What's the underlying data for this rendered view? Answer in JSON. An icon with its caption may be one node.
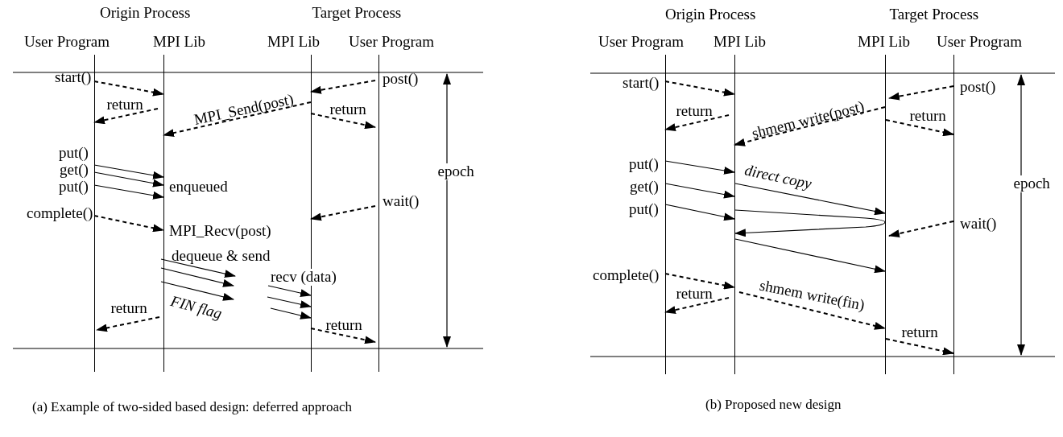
{
  "diagram": {
    "nodes": [
      {
        "text": [
          "User Program"
        ]
      },
      {
        "text": [
          "MPI Lib"
        ]
      },
      {
        "text": [
          "MPI Lib"
        ]
      },
      {
        "text": [
          "User Program"
        ]
      },
      {
        "text": [
          "User Program"
        ]
      },
      {
        "text": [
          "MPI Lib"
        ]
      },
      {
        "text": [
          "MPI Lib"
        ]
      },
      {
        "text": [
          "User Program"
        ]
      }
    ],
    "edges": [
      {
        "from": 0,
        "to": 1,
        "arrow": "to",
        "style": "dashed",
        "label": "start()"
      },
      {
        "from": 1,
        "to": 0,
        "arrow": "to",
        "style": "dashed",
        "label": "return"
      },
      {
        "from": 3,
        "to": 2,
        "arrow": "to",
        "style": "dashed",
        "label": "post()"
      },
      {
        "from": 2,
        "to": 1,
        "arrow": "to",
        "style": "dashed",
        "label": "MPI_Send(post)"
      },
      {
        "from": 2,
        "to": 3,
        "arrow": "to",
        "style": "dashed",
        "label": "return"
      },
      {
        "from": 0,
        "to": 1,
        "arrow": "to",
        "label": "put()"
      },
      {
        "from": 0,
        "to": 1,
        "arrow": "to",
        "label": "get()"
      },
      {
        "from": 0,
        "to": 1,
        "arrow": "to",
        "label": "put()"
      },
      {
        "from": 3,
        "to": 2,
        "arrow": "to",
        "style": "dashed",
        "label": "wait()"
      },
      {
        "from": 0,
        "to": 1,
        "arrow": "to",
        "style": "dashed",
        "label": "complete()"
      },
      {
        "from": 1,
        "to": null,
        "arrow": "to",
        "label": "dequeue & send"
      },
      {
        "from": 1,
        "to": null,
        "arrow": "to"
      },
      {
        "from": 1,
        "to": null,
        "arrow": "to",
        "label": "FIN flag"
      },
      {
        "from": null,
        "to": 2,
        "arrow": "to",
        "label": "recv (data)"
      },
      {
        "from": null,
        "to": 2,
        "arrow": "to"
      },
      {
        "from": null,
        "to": 2,
        "arrow": "to"
      },
      {
        "from": 1,
        "to": 0,
        "arrow": "to",
        "style": "dashed",
        "label": "return"
      },
      {
        "from": 2,
        "to": 3,
        "arrow": "to",
        "style": "dashed",
        "label": "return"
      },
      {
        "from": 4,
        "to": 5,
        "arrow": "to",
        "style": "dashed",
        "label": "start()"
      },
      {
        "from": 5,
        "to": 4,
        "arrow": "to",
        "style": "dashed",
        "label": "return"
      },
      {
        "from": 7,
        "to": 6,
        "arrow": "to",
        "style": "dashed",
        "label": "post()"
      },
      {
        "from": 6,
        "to": 5,
        "arrow": "to",
        "style": "dashed",
        "label": "shmem write(post)"
      },
      {
        "from": 6,
        "to": 7,
        "arrow": "to",
        "style": "dashed",
        "label": "return"
      },
      {
        "from": 4,
        "to": 5,
        "arrow": "to",
        "label": "put()"
      },
      {
        "from": 4,
        "to": 5,
        "arrow": "to",
        "label": "get()"
      },
      {
        "from": 4,
        "to": 5,
        "arrow": "to",
        "label": "put()"
      },
      {
        "from": 5,
        "to": 6,
        "arrow": "to",
        "label": "direct copy"
      },
      {
        "from": 5,
        "to": 6,
        "arrow": "none"
      },
      {
        "from": 6,
        "to": 5,
        "arrow": "to"
      },
      {
        "from": 5,
        "to": 6,
        "arrow": "to"
      },
      {
        "from": 7,
        "to": 6,
        "arrow": "to",
        "style": "dashed",
        "label": "wait()"
      },
      {
        "from": 4,
        "to": 5,
        "arrow": "to",
        "style": "dashed",
        "label": "complete()"
      },
      {
        "from": 5,
        "to": 4,
        "arrow": "to",
        "style": "dashed",
        "label": "return"
      },
      {
        "from": 5,
        "to": 6,
        "arrow": "to",
        "style": "dashed",
        "label": "shmem write(fin)"
      },
      {
        "from": 6,
        "to": 7,
        "arrow": "to",
        "style": "dashed",
        "label": "return"
      }
    ],
    "labels": [
      "Origin Process",
      "Target Process",
      "enqueued",
      "MPI_Recv(post)",
      "epoch",
      "(a) Example of two-sided based design: deferred approach",
      "Origin Process",
      "Target Process",
      "epoch",
      "(b) Proposed new design"
    ]
  }
}
